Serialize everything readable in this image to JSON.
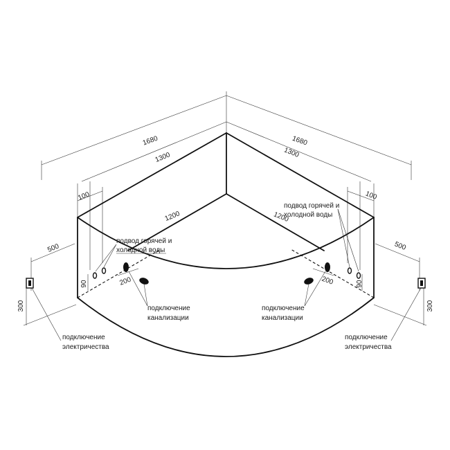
{
  "dimensions": {
    "outer_left": "1680",
    "outer_right": "1680",
    "side_left": "1300",
    "side_right": "1300",
    "offset_left": "100",
    "offset_right": "100",
    "inner_left": "1200",
    "inner_right": "1200",
    "width_left": "500",
    "width_right": "500",
    "height_left": "300",
    "height_right": "300",
    "pipe_left": "200",
    "pipe_right": "200",
    "drop_left": "90",
    "drop_right": "90"
  },
  "labels": {
    "water_supply_line1": "подвод горячей и",
    "water_supply_line2": "холодной воды",
    "drain_line1": "подключение",
    "drain_line2": "канализации",
    "electric_line1": "подключение",
    "electric_line2": "электричества"
  }
}
